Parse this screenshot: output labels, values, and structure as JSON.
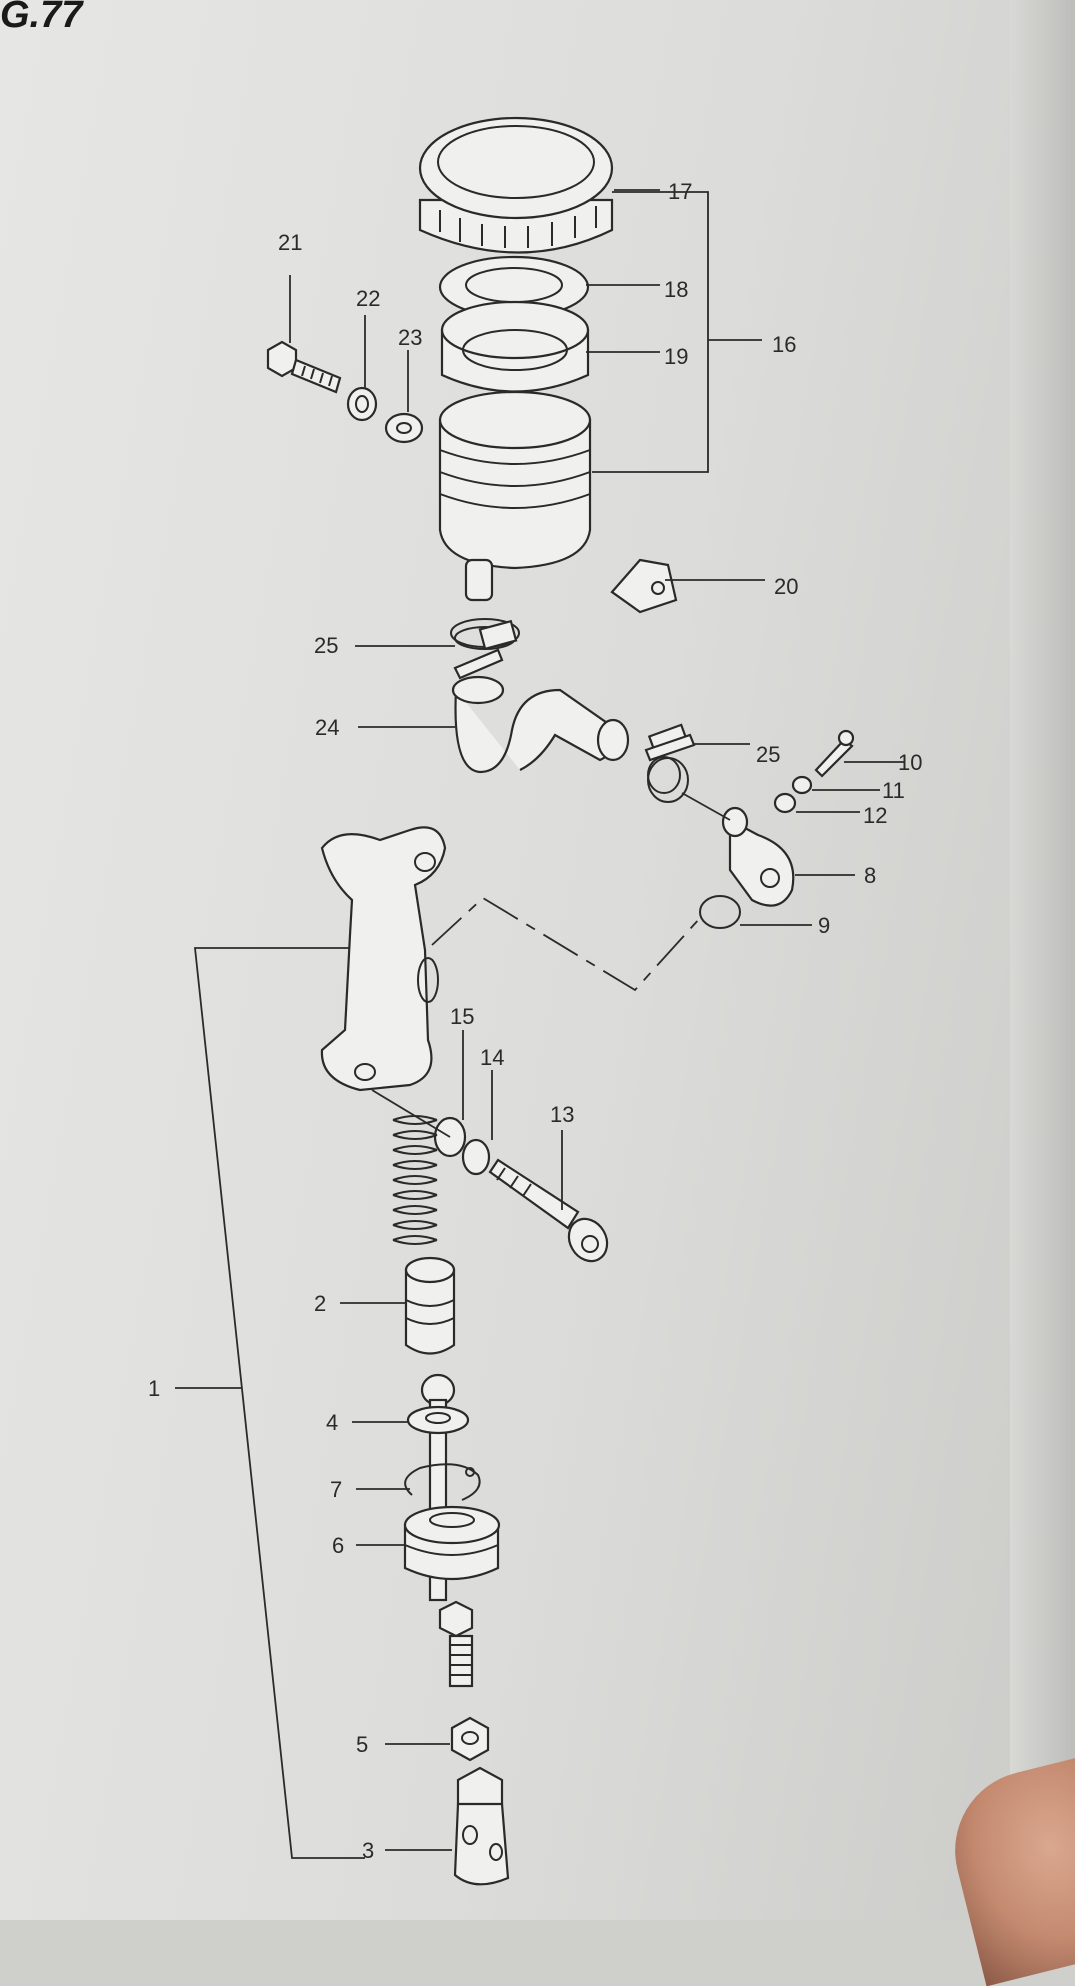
{
  "figure_label": "G.77",
  "callouts": {
    "c1": "1",
    "c2": "2",
    "c3": "3",
    "c4": "4",
    "c5": "5",
    "c6": "6",
    "c7": "7",
    "c8": "8",
    "c9": "9",
    "c10": "10",
    "c11": "11",
    "c12": "12",
    "c13": "13",
    "c14": "14",
    "c15": "15",
    "c16": "16",
    "c17": "17",
    "c18": "18",
    "c19": "19",
    "c20": "20",
    "c21": "21",
    "c22": "22",
    "c23": "23",
    "c24": "24",
    "c25a": "25",
    "c25b": "25"
  },
  "colors": {
    "paper": "#e4e4e2",
    "ink": "#2a2a2a"
  }
}
